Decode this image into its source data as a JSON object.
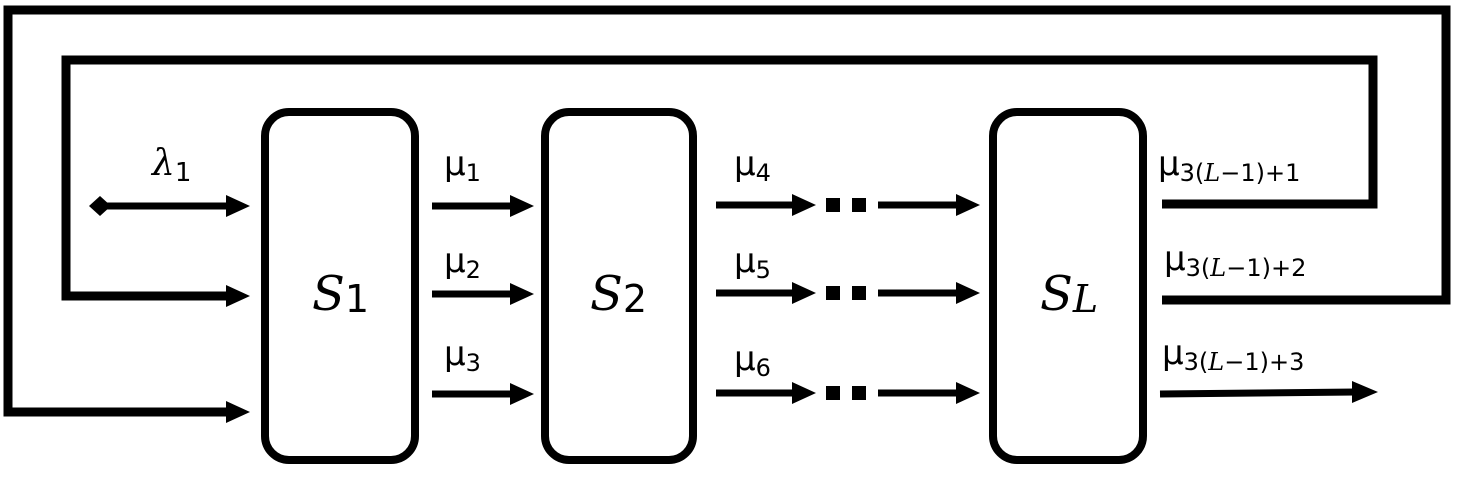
{
  "nodes": [
    {
      "id": "s1",
      "symbol": "S",
      "sub": "1"
    },
    {
      "id": "s2",
      "symbol": "S",
      "sub": "2"
    },
    {
      "id": "sL",
      "symbol": "S",
      "sub": "L"
    }
  ],
  "input": {
    "symbol": "λ",
    "sub": "1"
  },
  "rates": [
    {
      "symbol": "μ",
      "sub": "1"
    },
    {
      "symbol": "μ",
      "sub": "2"
    },
    {
      "symbol": "μ",
      "sub": "3"
    },
    {
      "symbol": "μ",
      "sub": "4"
    },
    {
      "symbol": "μ",
      "sub": "5"
    },
    {
      "symbol": "μ",
      "sub": "6"
    }
  ],
  "outputs": [
    {
      "symbol": "μ",
      "sub_pre": "3(",
      "sub_var": "L",
      "sub_post": "−1)+1"
    },
    {
      "symbol": "μ",
      "sub_pre": "3(",
      "sub_var": "L",
      "sub_post": "−1)+2"
    },
    {
      "symbol": "μ",
      "sub_pre": "3(",
      "sub_var": "L",
      "sub_post": "−1)+3"
    }
  ]
}
